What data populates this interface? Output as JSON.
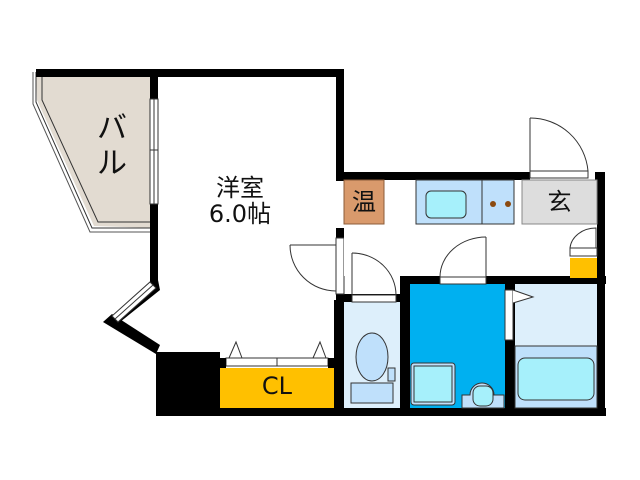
{
  "floor_plan": {
    "rooms": {
      "balcony": {
        "label_line1": "バ",
        "label_line2": "ル",
        "color": "#e2dbd1"
      },
      "western_room": {
        "label_line1": "洋室",
        "label_line2": "6.0帖",
        "color": "#ffffff"
      },
      "water_heater": {
        "label": "温",
        "color": "#d99a6c"
      },
      "entrance": {
        "label": "玄",
        "color": "#dddddd"
      },
      "closet": {
        "label": "CL",
        "color": "#ffc000"
      },
      "toilet": {
        "color": "#ddeffb"
      },
      "washroom": {
        "color": "#00b0f0"
      },
      "bathroom": {
        "color": "#ddeffb"
      },
      "kitchen": {
        "color": "#bfe0fb"
      },
      "shoe_box": {
        "color": "#ffc000"
      }
    },
    "colors": {
      "wall": "#000000",
      "fixture_light": "#a6f0fb",
      "fixture_mid": "#bfe0fb",
      "stove_burner": "#8b4a10"
    }
  }
}
